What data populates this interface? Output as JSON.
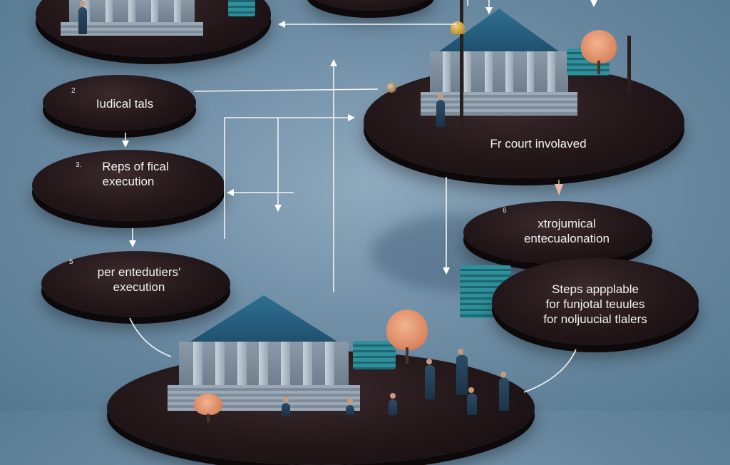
{
  "nodes": {
    "n2": {
      "number": "2",
      "line1": "Iudical tals"
    },
    "n3": {
      "number": "3.",
      "line1": "Reps of fical",
      "line2": "execution"
    },
    "n5": {
      "number": "5",
      "line1": "per entedutiers'",
      "line2": "execution"
    },
    "court": {
      "line1": "Fr court involaved"
    },
    "n6": {
      "number": "6",
      "line1": "xtrojumical",
      "line2": "entecualonation"
    },
    "steps": {
      "line1": "Steps appplable",
      "line2": "for funjotal teuules",
      "line3": "for noljuucial tlalers"
    }
  },
  "icons": [
    "courthouse-icon",
    "person-icon",
    "tree-icon",
    "money-stack-icon",
    "bell-icon",
    "lamp-post-icon"
  ]
}
